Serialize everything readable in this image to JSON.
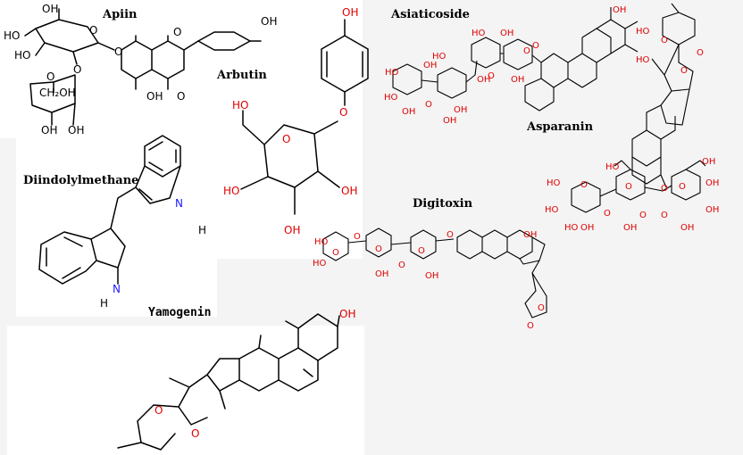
{
  "compounds": {
    "apiin": {
      "name": "Apiin",
      "labels": {
        "oh1": "OH",
        "ho2": "HO",
        "ho3": "HO",
        "o4": "O",
        "o5": "O",
        "o6": "O",
        "o7": "O",
        "o8": "O",
        "ch2oh": "CH₂OH",
        "oh9": "OH",
        "oh10": "OH",
        "oh11": "OH",
        "oh12": "OH",
        "o13": "O"
      }
    },
    "arbutin": {
      "name": "Arbutin",
      "labels": {
        "oh_top": "OH",
        "o_ring": "O",
        "o_link": "O",
        "ho_ch2": "HO",
        "ho_left": "HO",
        "oh_right": "OH",
        "oh_bottom": "OH"
      }
    },
    "asiaticoside": {
      "name": "Asiaticoside"
    },
    "asparanin": {
      "name": "Asparanin"
    },
    "diindolylmethane": {
      "name": "Diindolylmethane",
      "labels": {
        "nh1": "N",
        "h1": "H",
        "nh2": "N",
        "h2": "H"
      }
    },
    "digitoxin": {
      "name": "Digitoxin"
    },
    "yamogenin": {
      "name": "Yamogenin",
      "labels": {
        "oh": "OH",
        "o1": "O",
        "o2": "O"
      }
    }
  },
  "colors": {
    "oxygen": "#e00000",
    "nitrogen": "#1a1aff",
    "bond": "#000000",
    "panel": "#ffffff",
    "background": "#f4f4f4"
  }
}
